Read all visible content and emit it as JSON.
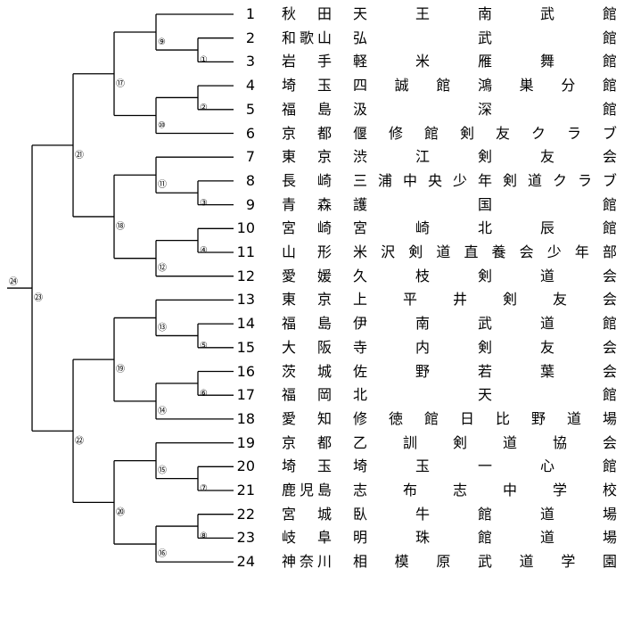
{
  "entries": [
    {
      "no": "1",
      "pref": "秋 田",
      "team": "天 王 南 武 館"
    },
    {
      "no": "2",
      "pref": "和歌山",
      "team": "弘 武 館"
    },
    {
      "no": "3",
      "pref": "岩 手",
      "team": "軽 米 雁 舞 館"
    },
    {
      "no": "4",
      "pref": "埼 玉",
      "team": "四 誠 館 鴻 巣 分 館"
    },
    {
      "no": "5",
      "pref": "福 島",
      "team": "汲 深 館"
    },
    {
      "no": "6",
      "pref": "京 都",
      "team": "偃 修 館 剣 友 ク ラ ブ"
    },
    {
      "no": "7",
      "pref": "東 京",
      "team": "渋 江 剣 友 会"
    },
    {
      "no": "8",
      "pref": "長 崎",
      "team": "三 浦 中 央 少 年 剣 道 ク ラ ブ"
    },
    {
      "no": "9",
      "pref": "青 森",
      "team": "護 国 館"
    },
    {
      "no": "10",
      "pref": "宮 崎",
      "team": "宮 崎 北 辰 館"
    },
    {
      "no": "11",
      "pref": "山 形",
      "team": "米 沢 剣 道 直 養 会 少 年 部"
    },
    {
      "no": "12",
      "pref": "愛 媛",
      "team": "久 枝 剣 道 会"
    },
    {
      "no": "13",
      "pref": "東 京",
      "team": "上 平 井 剣 友 会"
    },
    {
      "no": "14",
      "pref": "福 島",
      "team": "伊 南 武 道 館"
    },
    {
      "no": "15",
      "pref": "大 阪",
      "team": "寺 内 剣 友 会"
    },
    {
      "no": "16",
      "pref": "茨 城",
      "team": "佐 野 若 葉 会"
    },
    {
      "no": "17",
      "pref": "福 岡",
      "team": "北 天 館"
    },
    {
      "no": "18",
      "pref": "愛 知",
      "team": "修 徳 館 日 比 野 道 場"
    },
    {
      "no": "19",
      "pref": "京 都",
      "team": "乙 訓 剣 道 協 会"
    },
    {
      "no": "20",
      "pref": "埼 玉",
      "team": "埼 玉 一 心 館"
    },
    {
      "no": "21",
      "pref": "鹿児島",
      "team": "志 布 志 中 学 校"
    },
    {
      "no": "22",
      "pref": "宮 城",
      "team": "臥 牛 館 道 場"
    },
    {
      "no": "23",
      "pref": "岐 阜",
      "team": "明 珠 館 道 場"
    },
    {
      "no": "24",
      "pref": "神奈川",
      "team": "相 模 原 武 道 学 園"
    }
  ],
  "matches": [
    {
      "label": "①",
      "a": 2,
      "b": 3
    },
    {
      "label": "②",
      "a": 4,
      "b": 5
    },
    {
      "label": "③",
      "a": 8,
      "b": 9
    },
    {
      "label": "④",
      "a": 10,
      "b": 11
    },
    {
      "label": "⑤",
      "a": 14,
      "b": 15
    },
    {
      "label": "⑥",
      "a": 16,
      "b": 17
    },
    {
      "label": "⑦",
      "a": 20,
      "b": 21
    },
    {
      "label": "⑧",
      "a": 22,
      "b": 23
    },
    {
      "label": "⑨",
      "a": 1,
      "b": "①"
    },
    {
      "label": "⑩",
      "a": "②",
      "b": 6
    },
    {
      "label": "⑪",
      "a": 7,
      "b": "③"
    },
    {
      "label": "⑫",
      "a": "④",
      "b": 12
    },
    {
      "label": "⑬",
      "a": 13,
      "b": "⑤"
    },
    {
      "label": "⑭",
      "a": "⑥",
      "b": 18
    },
    {
      "label": "⑮",
      "a": 19,
      "b": "⑦"
    },
    {
      "label": "⑯",
      "a": "⑧",
      "b": 24
    },
    {
      "label": "⑰",
      "a": "⑨",
      "b": "⑩"
    },
    {
      "label": "⑱",
      "a": "⑪",
      "b": "⑫"
    },
    {
      "label": "⑲",
      "a": "⑬",
      "b": "⑭"
    },
    {
      "label": "⑳",
      "a": "⑮",
      "b": "⑯"
    },
    {
      "label": "㉑",
      "a": "⑰",
      "b": "⑱"
    },
    {
      "label": "㉒",
      "a": "⑲",
      "b": "⑳"
    },
    {
      "label": "㉓",
      "a": "㉑",
      "b": "㉒"
    },
    {
      "label": "㉔",
      "a": "㉓",
      "b": null
    }
  ]
}
